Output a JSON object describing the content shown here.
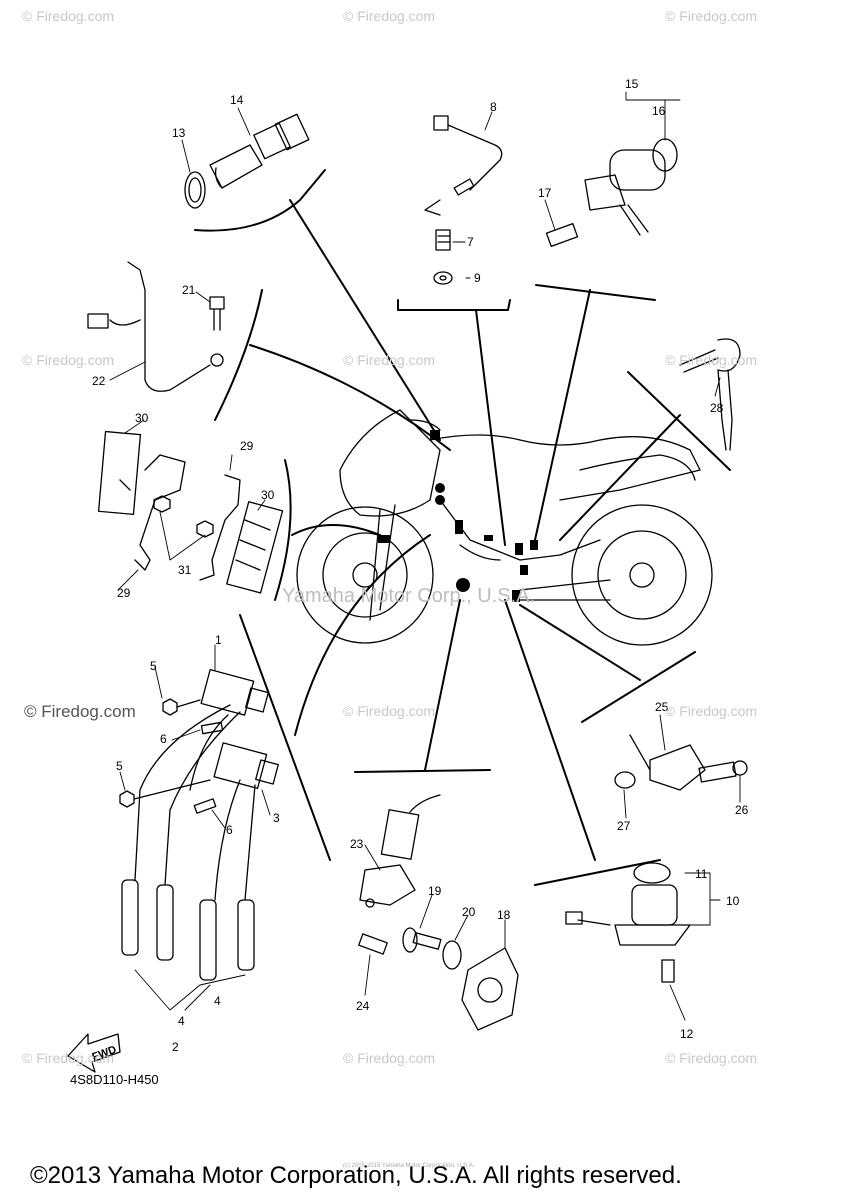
{
  "watermark": "© Firedog.com",
  "watermark_center": "Yamaha Motor Corp., U.S.A.",
  "callouts": [
    "1",
    "2",
    "3",
    "4",
    "4",
    "5",
    "5",
    "6",
    "6",
    "7",
    "8",
    "9",
    "10",
    "11",
    "12",
    "13",
    "14",
    "15",
    "16",
    "17",
    "18",
    "19",
    "20",
    "21",
    "22",
    "23",
    "24",
    "25",
    "26",
    "27",
    "28",
    "29",
    "29",
    "30",
    "30",
    "31"
  ],
  "diagram_code": "4S8D110-H450",
  "fwd_label": "FWD",
  "copyright": "©2013 Yamaha Motor Corporation, U.S.A. All rights reserved.",
  "fine_print": "(c) 2005-2015 Yamaha Motor Corporation, U.S.A."
}
